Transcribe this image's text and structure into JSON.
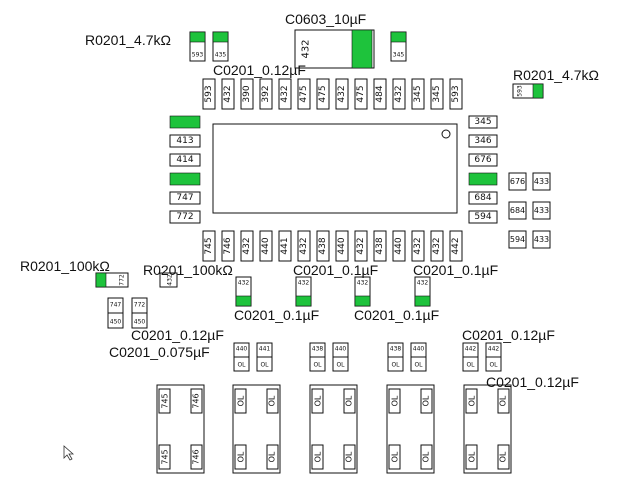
{
  "labels": {
    "r_top_left": "R0201_4.7kΩ",
    "c0603_top": "C0603_10µF",
    "c_012_top": "C0201_0.12µF",
    "r_top_right": "R0201_4.7kΩ",
    "r_100k_left": "R0201_100kΩ",
    "r_100k_mid": "R0201_100kΩ",
    "c_01_upper_a": "C0201_0.1µF",
    "c_01_upper_b": "C0201_0.1µF",
    "c_01_lower_a": "C0201_0.1µF",
    "c_01_lower_b": "C0201_0.1µF",
    "c_012_lower_left": "C0201_0.12µF",
    "c_0075_lower_left": "C0201_0.075µF",
    "c_012_lower_right_a": "C0201_0.12µF",
    "c_012_lower_right_b": "C0201_0.12µF"
  },
  "top_small_pad_codes": [
    "593",
    "435",
    "345"
  ],
  "c0603_code": "432",
  "r_top_right_code": "593",
  "ic_top_pins": [
    "593",
    "432",
    "390",
    "392",
    "432",
    "475",
    "475",
    "432",
    "475",
    "484",
    "432",
    "345",
    "345",
    "593"
  ],
  "ic_bottom_pins": [
    "745",
    "746",
    "432",
    "440",
    "441",
    "432",
    "438",
    "440",
    "432",
    "438",
    "440",
    "432",
    "432",
    "442"
  ],
  "ic_left_pins": [
    "",
    "413",
    "414",
    "",
    "747",
    "772"
  ],
  "ic_right_pins": [
    "345",
    "346",
    "676",
    "",
    "684",
    "594"
  ],
  "right_grid_pads": [
    [
      "676",
      "433"
    ],
    [
      "684",
      "433"
    ],
    [
      "594",
      "433"
    ]
  ],
  "r_100k_left_code": "772",
  "r_100k_mid_code": "432",
  "cap_01_codes": [
    "432",
    "432",
    "432",
    "432"
  ],
  "small_pairs_left": [
    [
      "747",
      "450"
    ],
    [
      "772",
      "450"
    ]
  ],
  "lower_cap_pairs": [
    [
      "440",
      "441"
    ],
    [
      "438",
      "440"
    ],
    [
      "438",
      "440"
    ],
    [
      "442",
      "442"
    ]
  ],
  "lower_cap_bottom_codes": [
    "",
    "OL",
    "OL",
    "OL",
    "OL"
  ],
  "connector_codes": [
    [
      "745",
      "746"
    ],
    [
      "OL",
      "OL"
    ],
    [
      "OL",
      "OL"
    ],
    [
      "OL",
      "OL"
    ],
    [
      "OL",
      "OL"
    ]
  ],
  "colors": {
    "copper": "#1ec33c",
    "outline": "#111111"
  }
}
